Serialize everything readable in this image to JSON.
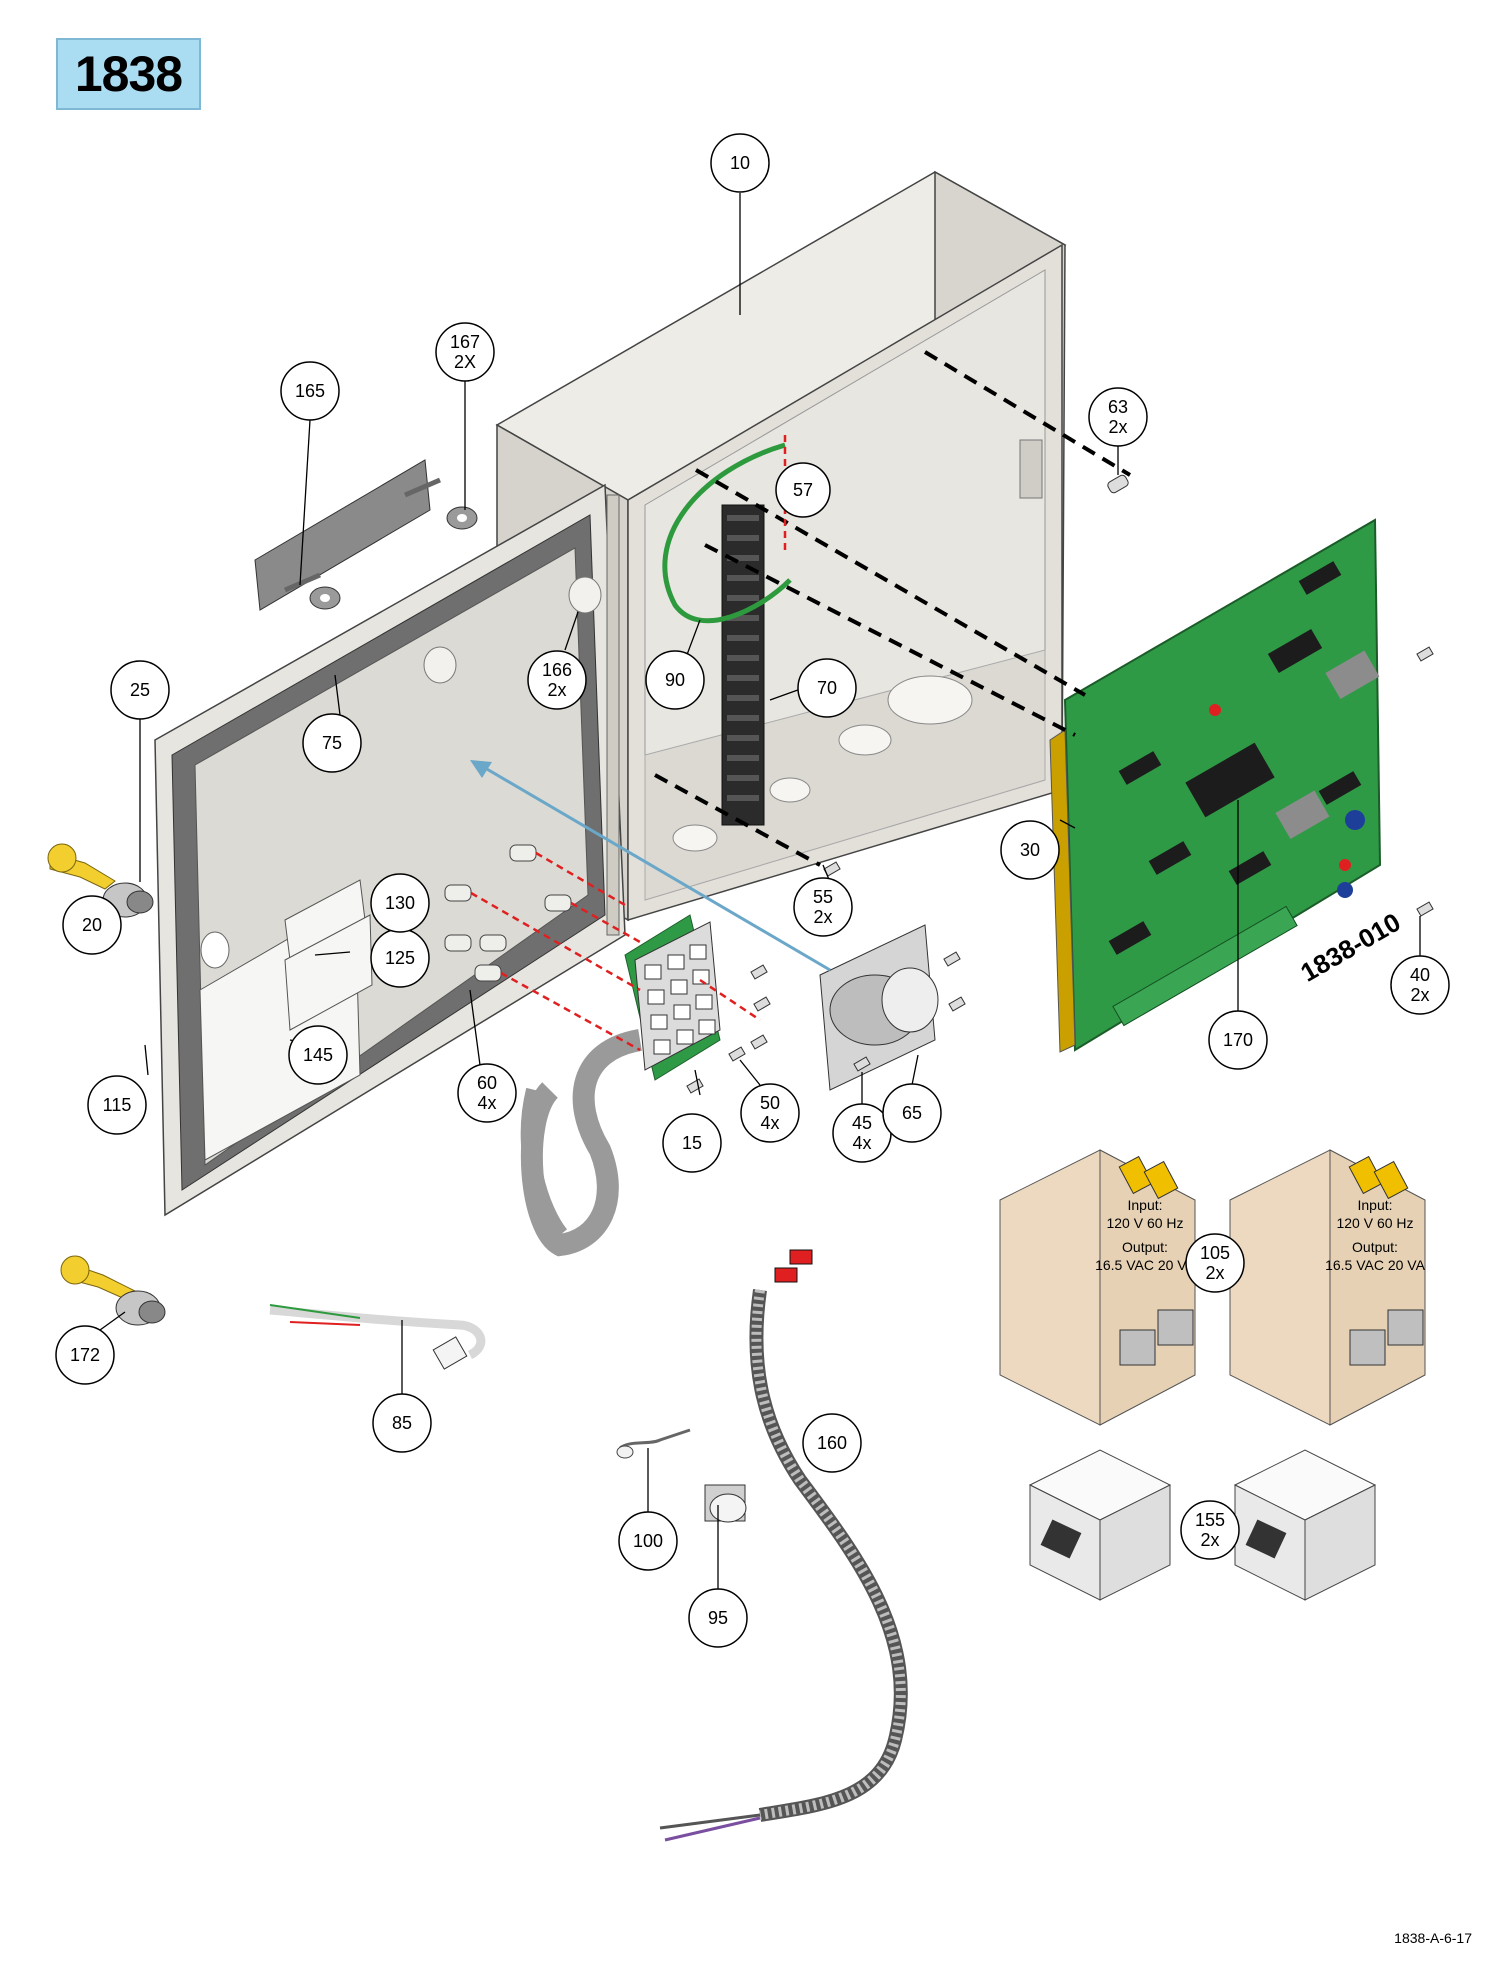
{
  "header": {
    "model": "1838"
  },
  "footer": {
    "drawing_number": "1838-A-6-17"
  },
  "board_label": "1838-010",
  "transformer_label": {
    "input_heading": "Input:",
    "input_rating": "120 V 60 Hz",
    "output_heading": "Output:",
    "output_rating": "16.5 VAC 20 VA"
  },
  "callouts": {
    "c10": {
      "number": "10",
      "qty": ""
    },
    "c15": {
      "number": "15",
      "qty": ""
    },
    "c20": {
      "number": "20",
      "qty": ""
    },
    "c25": {
      "number": "25",
      "qty": ""
    },
    "c30": {
      "number": "30",
      "qty": ""
    },
    "c40": {
      "number": "40",
      "qty": "2x"
    },
    "c45": {
      "number": "45",
      "qty": "4x"
    },
    "c50": {
      "number": "50",
      "qty": "4x"
    },
    "c55": {
      "number": "55",
      "qty": "2x"
    },
    "c57": {
      "number": "57",
      "qty": ""
    },
    "c60": {
      "number": "60",
      "qty": "4x"
    },
    "c63": {
      "number": "63",
      "qty": "2x"
    },
    "c65": {
      "number": "65",
      "qty": ""
    },
    "c70": {
      "number": "70",
      "qty": ""
    },
    "c75": {
      "number": "75",
      "qty": ""
    },
    "c85": {
      "number": "85",
      "qty": ""
    },
    "c90": {
      "number": "90",
      "qty": ""
    },
    "c95": {
      "number": "95",
      "qty": ""
    },
    "c100": {
      "number": "100",
      "qty": ""
    },
    "c105": {
      "number": "105",
      "qty": "2x"
    },
    "c115": {
      "number": "115",
      "qty": ""
    },
    "c125": {
      "number": "125",
      "qty": ""
    },
    "c130": {
      "number": "130",
      "qty": ""
    },
    "c145": {
      "number": "145",
      "qty": ""
    },
    "c155": {
      "number": "155",
      "qty": "2x"
    },
    "c160": {
      "number": "160",
      "qty": ""
    },
    "c165": {
      "number": "165",
      "qty": ""
    },
    "c166": {
      "number": "166",
      "qty": "2x"
    },
    "c167": {
      "number": "167",
      "qty": "2X"
    },
    "c170": {
      "number": "170",
      "qty": ""
    },
    "c172": {
      "number": "172",
      "qty": ""
    }
  },
  "colors": {
    "enclosure": "#e4e2dd",
    "enclosure_dark": "#c9c6bf",
    "pcb": "#2f9a46",
    "transformer": "#ecd9c0",
    "key": "#f2cf2e",
    "ferrite": "#f4f4f4",
    "dash_red": "#e02020",
    "badge": "#aadcf2"
  }
}
